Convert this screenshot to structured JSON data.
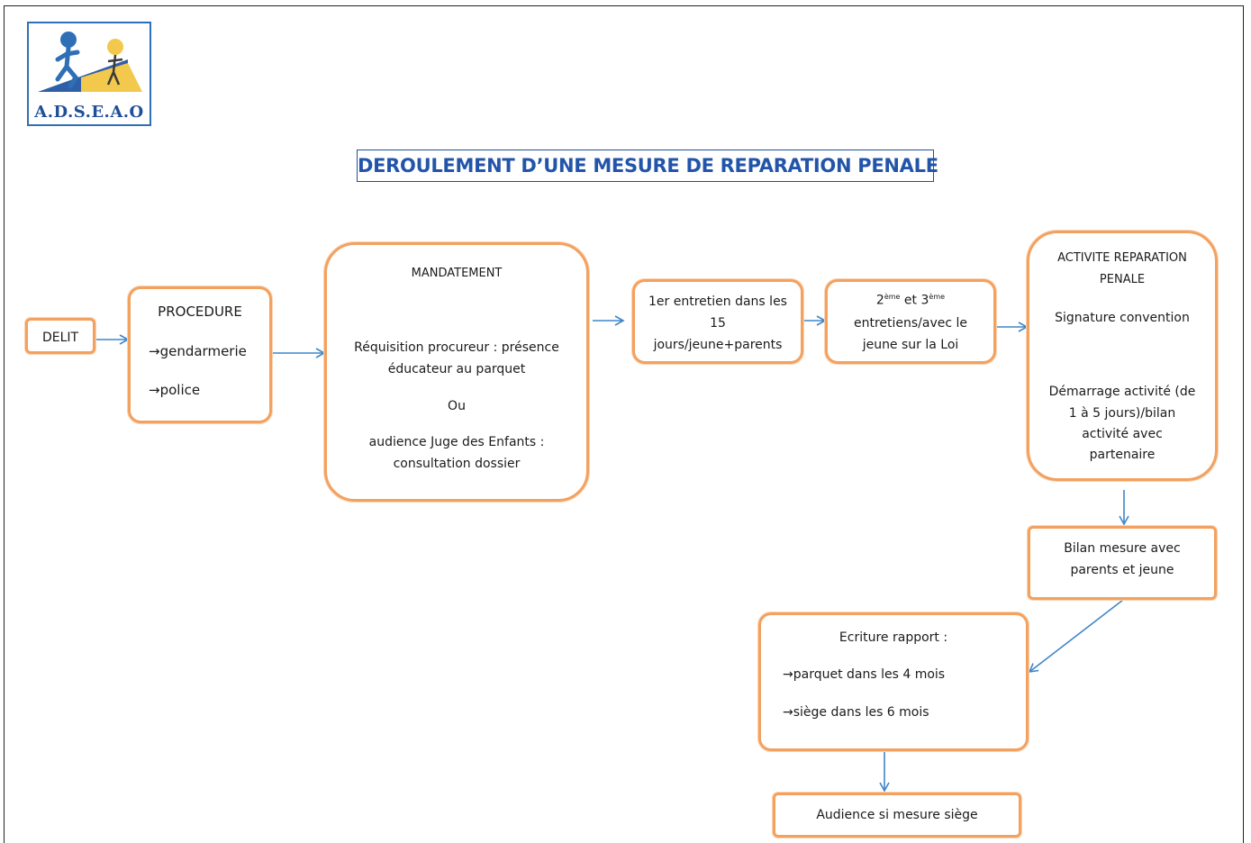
{
  "logo": {
    "text": "A.D.S.E.A.O"
  },
  "title": "DEROULEMENT D’UNE MESURE DE REPARATION PENALE",
  "colors": {
    "box_border": "#f3a15f",
    "arrow": "#3f86c9",
    "title": "#2255aa"
  },
  "nodes": {
    "delit": "DELIT",
    "procedure": {
      "title": "PROCEDURE",
      "item1": "gendarmerie",
      "item2": "police",
      "bullet": "→"
    },
    "mandatement": {
      "title": "MANDATEMENT",
      "line1": "Réquisition procureur : présence",
      "line2": "éducateur au parquet",
      "or": "Ou",
      "line3": "audience Juge des Enfants :",
      "line4": "consultation dossier"
    },
    "entretien1": {
      "line1": "1er entretien dans les",
      "line2": "15",
      "line3": "jours/jeune+parents"
    },
    "entretien23": {
      "n2": "2",
      "sup2": "ème",
      "et": " et ",
      "n3": "3",
      "sup3": "ème",
      "line2": "entretiens/avec le",
      "line3": "jeune sur la Loi"
    },
    "activite": {
      "title1": "ACTIVITE REPARATION",
      "title2": "PENALE",
      "signature": "Signature convention",
      "line1": "Démarrage activité (de",
      "line2": "1 à 5 jours)/bilan",
      "line3": "activité avec",
      "line4": "partenaire"
    },
    "bilan": {
      "line1": "Bilan mesure avec",
      "line2": "parents et jeune"
    },
    "rapport": {
      "title": "Ecriture rapport :",
      "item1": "parquet dans les 4 mois",
      "item2": "siège dans les 6 mois",
      "bullet": "→"
    },
    "audience": "Audience si mesure siège"
  }
}
